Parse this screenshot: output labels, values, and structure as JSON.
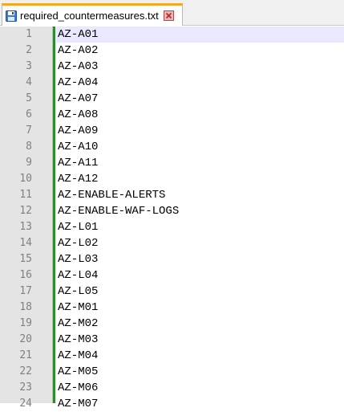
{
  "tab": {
    "filename": "required_countermeasures.txt",
    "icon": "save-icon",
    "close_icon": "close-icon",
    "accent_color": "#f5a623"
  },
  "editor": {
    "current_line": 1,
    "lines": [
      {
        "number": "1",
        "text": "AZ-A01"
      },
      {
        "number": "2",
        "text": "AZ-A02"
      },
      {
        "number": "3",
        "text": "AZ-A03"
      },
      {
        "number": "4",
        "text": "AZ-A04"
      },
      {
        "number": "5",
        "text": "AZ-A07"
      },
      {
        "number": "6",
        "text": "AZ-A08"
      },
      {
        "number": "7",
        "text": "AZ-A09"
      },
      {
        "number": "8",
        "text": "AZ-A10"
      },
      {
        "number": "9",
        "text": "AZ-A11"
      },
      {
        "number": "10",
        "text": "AZ-A12"
      },
      {
        "number": "11",
        "text": "AZ-ENABLE-ALERTS"
      },
      {
        "number": "12",
        "text": "AZ-ENABLE-WAF-LOGS"
      },
      {
        "number": "13",
        "text": "AZ-L01"
      },
      {
        "number": "14",
        "text": "AZ-L02"
      },
      {
        "number": "15",
        "text": "AZ-L03"
      },
      {
        "number": "16",
        "text": "AZ-L04"
      },
      {
        "number": "17",
        "text": "AZ-L05"
      },
      {
        "number": "18",
        "text": "AZ-M01"
      },
      {
        "number": "19",
        "text": "AZ-M02"
      },
      {
        "number": "20",
        "text": "AZ-M03"
      },
      {
        "number": "21",
        "text": "AZ-M04"
      },
      {
        "number": "22",
        "text": "AZ-M05"
      },
      {
        "number": "23",
        "text": "AZ-M06"
      },
      {
        "number": "24",
        "text": "AZ-M07"
      }
    ]
  }
}
